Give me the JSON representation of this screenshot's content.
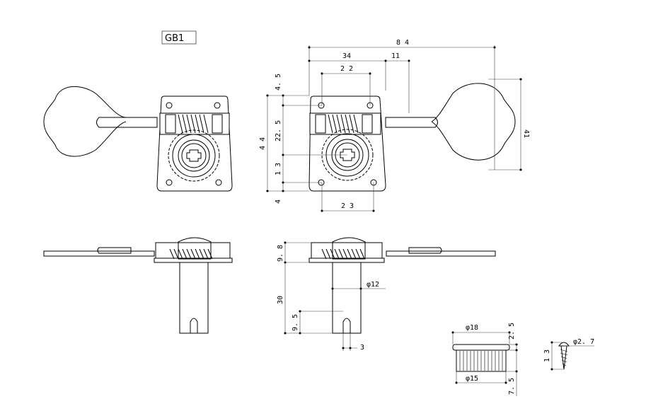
{
  "model_label": "GB1",
  "dimensions": {
    "overall_width": "8 4",
    "plate_to_shaft": "34",
    "shaft_offset": "11",
    "top_hole_spacing": "2 2",
    "bottom_hole_spacing": "2 3",
    "button_height": "41",
    "top_margin": "4. 5",
    "upper_span": "22. 5",
    "lower_span": "1 3",
    "bottom_margin": "4",
    "plate_height": "4 4",
    "gear_height": "9. 8",
    "post_length": "30",
    "post_diameter": "φ12",
    "slot_depth": "9. 5",
    "slot_width": "3",
    "bushing_outer_diameter": "φ18",
    "bushing_flange": "2. 5",
    "bushing_inner_diameter": "φ15",
    "bushing_length": "7. 5",
    "screw_length": "1 3",
    "screw_diameter": "φ2. 7"
  }
}
